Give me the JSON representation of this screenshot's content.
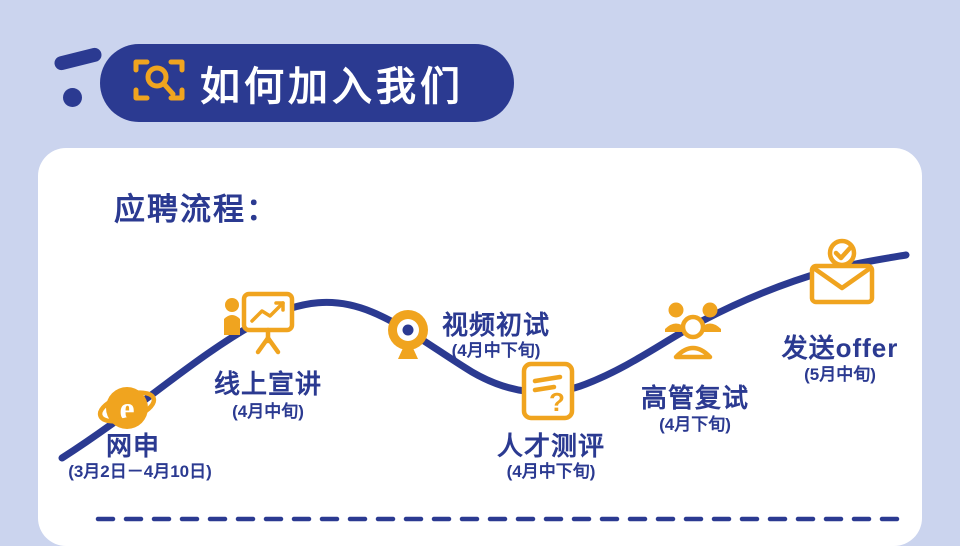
{
  "colors": {
    "background": "#cbd4ee",
    "navy": "#2b3a91",
    "orange": "#f0a41f",
    "card_bg": "#ffffff"
  },
  "banner": {
    "title": "如何加入我们",
    "icon": "scan-search-icon"
  },
  "process": {
    "title": "应聘流程：",
    "steps": [
      {
        "label": "网申",
        "date": "(3月2日－4月10日)",
        "icon": "ie-browser-icon"
      },
      {
        "label": "线上宣讲",
        "date": "(4月中旬)",
        "icon": "presentation-icon"
      },
      {
        "label": "视频初试",
        "date": "(4月中下旬)",
        "icon": "webcam-icon"
      },
      {
        "label": "人才测评",
        "date": "(4月中下旬)",
        "icon": "assessment-doc-icon"
      },
      {
        "label": "高管复试",
        "date": "(4月下旬)",
        "icon": "executives-group-icon"
      },
      {
        "label": "发送offer",
        "date": "(5月中旬)",
        "icon": "offer-envelope-icon"
      }
    ]
  }
}
